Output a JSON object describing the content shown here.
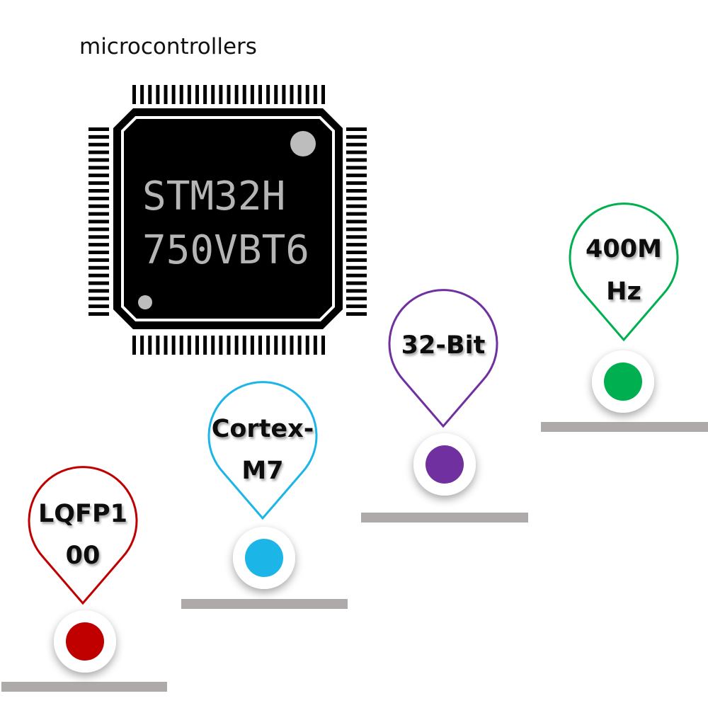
{
  "title": "microcontrollers",
  "chip": {
    "line1": "STM32H",
    "line2": "750VBT6"
  },
  "markers": [
    {
      "line1": "LQFP1",
      "line2": "00",
      "color": "#c00000"
    },
    {
      "line1": "Cortex-",
      "line2": "M7",
      "color": "#1cb5e8"
    },
    {
      "line1": "32-Bit",
      "line2": "",
      "color": "#7030a0"
    },
    {
      "line1": "400M",
      "line2": "Hz",
      "color": "#00b050"
    }
  ]
}
